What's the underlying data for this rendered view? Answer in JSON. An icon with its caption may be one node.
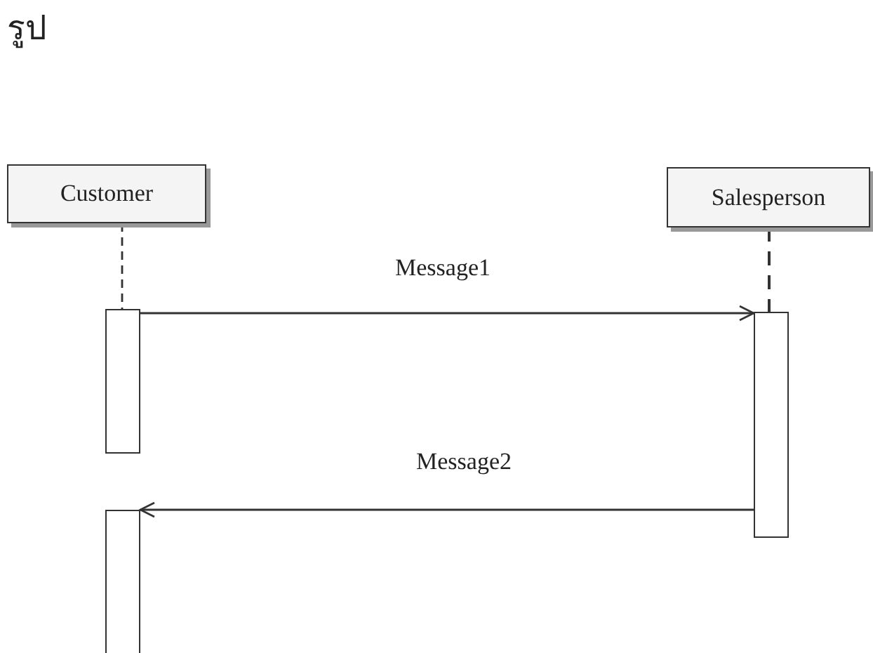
{
  "diagram": {
    "nodes": [
      {
        "text": [
          "Customer"
        ]
      },
      {
        "text": [
          "Salesperson"
        ]
      },
      {
        "text": [],
        "shape": "bar"
      },
      {
        "text": [],
        "shape": "bar"
      },
      {
        "text": [],
        "shape": "bar"
      }
    ],
    "edges": [
      {
        "from": 0,
        "to": 2,
        "arrow": "none",
        "style": "dashed"
      },
      {
        "from": 1,
        "to": 3,
        "arrow": "none",
        "style": "dashed"
      },
      {
        "from": 2,
        "to": 3,
        "arrow": "to",
        "label": "Message1"
      },
      {
        "from": 3,
        "to": 4,
        "arrow": "to",
        "label": "Message2"
      }
    ],
    "labels": [
      "รูป"
    ]
  }
}
